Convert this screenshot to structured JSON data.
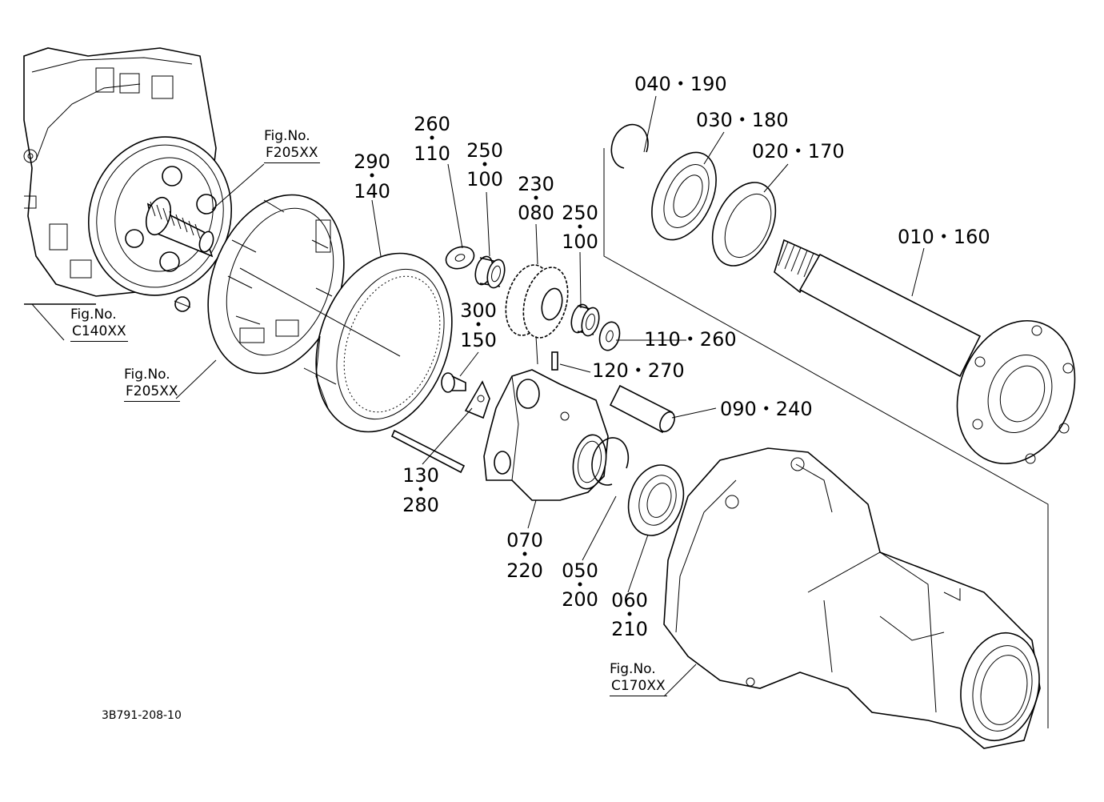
{
  "diagram": {
    "drawing_code": "3B791-208-10",
    "figure_refs": [
      {
        "id": "f205-top",
        "label": "Fig.No.",
        "ref": "F205XX"
      },
      {
        "id": "c140",
        "label": "Fig.No.",
        "ref": "C140XX"
      },
      {
        "id": "f205-bottom",
        "label": "Fig.No.",
        "ref": "F205XX"
      },
      {
        "id": "c170",
        "label": "Fig.No.",
        "ref": "C170XX"
      }
    ],
    "part_labels": {
      "p040": "040・190",
      "p030": "030・180",
      "p020": "020・170",
      "p010": "010・160",
      "p110r": "110・260",
      "p120": "120・270",
      "p090": "090・240",
      "p260_a": "260",
      "p260_b": "110",
      "p250a_a": "250",
      "p250a_b": "100",
      "p290_a": "290",
      "p290_b": "140",
      "p230_a": "230",
      "p230_b": "080",
      "p250b_a": "250",
      "p250b_b": "100",
      "p300_a": "300",
      "p300_b": "150",
      "p130_a": "130",
      "p130_b": "280",
      "p070_a": "070",
      "p070_b": "220",
      "p050_a": "050",
      "p050_b": "200",
      "p060_a": "060",
      "p060_b": "210"
    }
  }
}
